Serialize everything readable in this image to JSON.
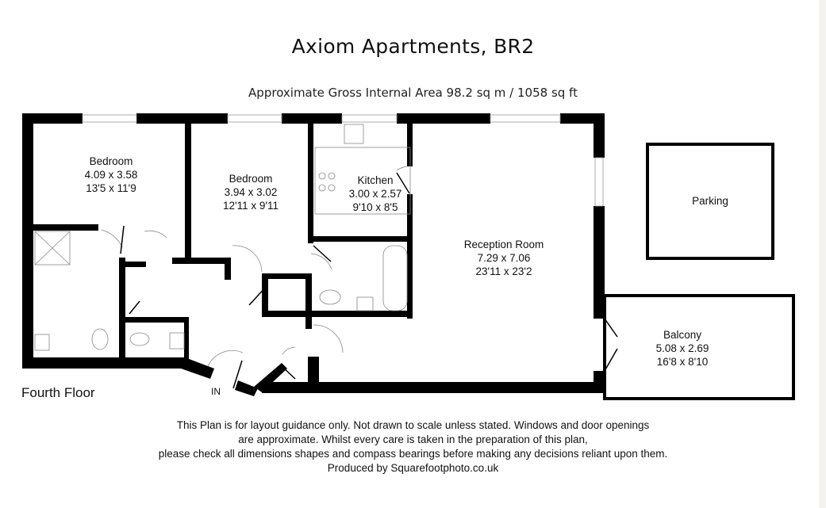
{
  "header": {
    "title": "Axiom Apartments, BR2",
    "area": "Approximate Gross Internal Area  98.2 sq m / 1058 sq ft"
  },
  "floor": {
    "label": "Fourth Floor",
    "entrance_label": "IN"
  },
  "rooms": [
    {
      "name": "Bedroom",
      "metric": "4.09 x 3.58",
      "imperial": "13'5 x 11'9"
    },
    {
      "name": "Bedroom",
      "metric": "3.94 x 3.02",
      "imperial": "12'11 x 9'11"
    },
    {
      "name": "Kitchen",
      "metric": "3.00 x 2.57",
      "imperial": "9'10 x 8'5"
    },
    {
      "name": "Reception Room",
      "metric": "7.29 x 7.06",
      "imperial": "23'11 x 23'2"
    },
    {
      "name": "Parking"
    },
    {
      "name": "Balcony",
      "metric": "5.08 x 2.69",
      "imperial": "16'8 x 8'10"
    }
  ],
  "disclaimer": {
    "line1": "This Plan is for layout guidance only. Not drawn to scale unless stated. Windows and door openings",
    "line2": "are approximate. Whilst every care is taken in the preparation of this plan,",
    "line3": "please check all dimensions shapes and compass bearings before making any decisions reliant upon them.",
    "line4": "Produced by Squarefootphoto.co.uk"
  },
  "colors": {
    "wall": "#000000",
    "background": "#ffffff",
    "fixture_line": "#888888"
  }
}
